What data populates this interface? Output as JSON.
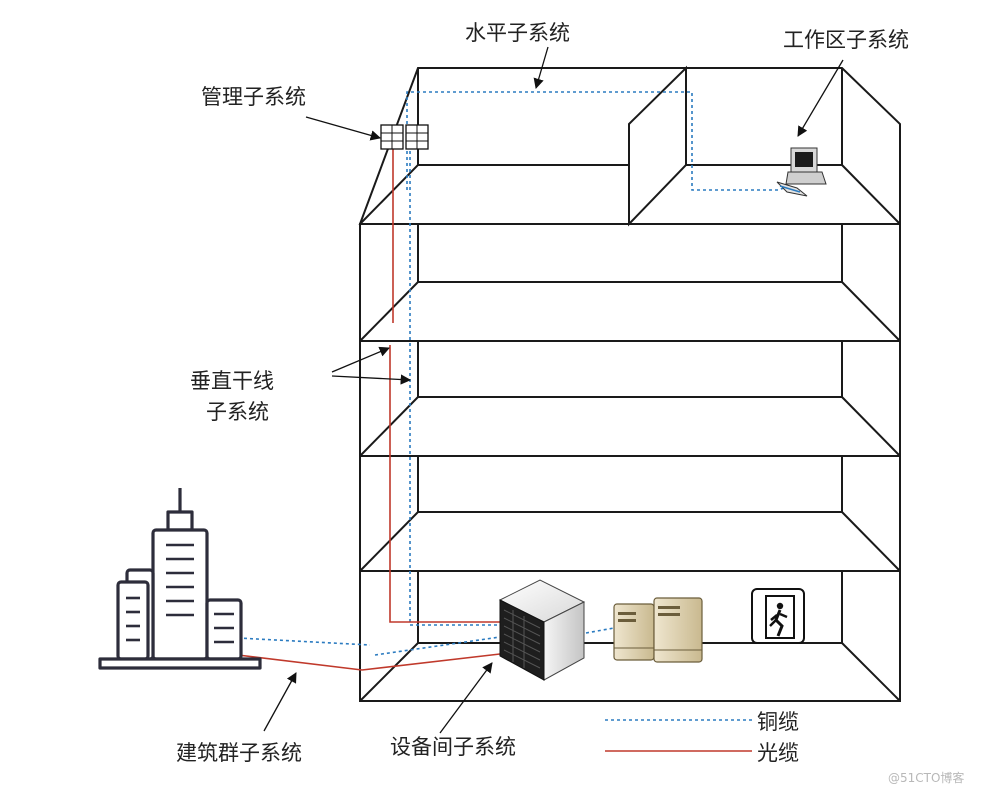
{
  "labels": {
    "horizontal": "水平子系统",
    "work_area": "工作区子系统",
    "management": "管理子系统",
    "vertical_line1": "垂直干线",
    "vertical_line2": "子系统",
    "campus": "建筑群子系统",
    "equipment_room": "设备间子系统"
  },
  "legend": {
    "copper": "铜缆",
    "fiber": "光缆"
  },
  "watermark": "@51CTO博客",
  "colors": {
    "copper": "#2b7bc0",
    "fiber": "#c0392b",
    "outline": "#1a1a1a"
  },
  "icons": [
    "office-building-icon",
    "patch-panel-icon",
    "computer-icon",
    "server-rack-icon",
    "server-icon",
    "exit-sign-icon"
  ]
}
